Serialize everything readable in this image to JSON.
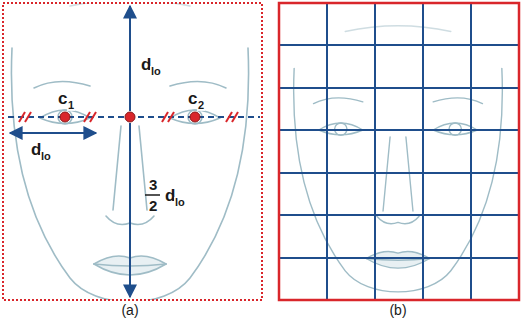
{
  "diagram": {
    "labels": [
      "c",
      "1",
      "c",
      "2",
      "d",
      "lo",
      "d",
      "lo",
      "3",
      "2",
      "d",
      "lo",
      "(a)",
      "(b)"
    ]
  }
}
